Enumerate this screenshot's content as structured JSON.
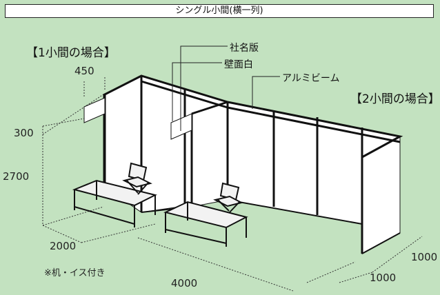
{
  "title": "シングル小間(横一列)",
  "headings": {
    "one_booth": "【1小間の場合】",
    "two_booth": "【2小間の場合】"
  },
  "callouts": {
    "company_sign": "社名版",
    "wall": "壁面白",
    "beam": "アルミビーム"
  },
  "dimensions": {
    "sign_width": "450",
    "sign_height": "300",
    "wall_height": "2700",
    "booth_width": "2000",
    "total_width": "4000",
    "depth_a": "1000",
    "depth_b": "1000"
  },
  "note": "※机・イス付き",
  "colors": {
    "background": "#c3e2c0",
    "panel": "#ffffff",
    "frame": "#111111"
  }
}
